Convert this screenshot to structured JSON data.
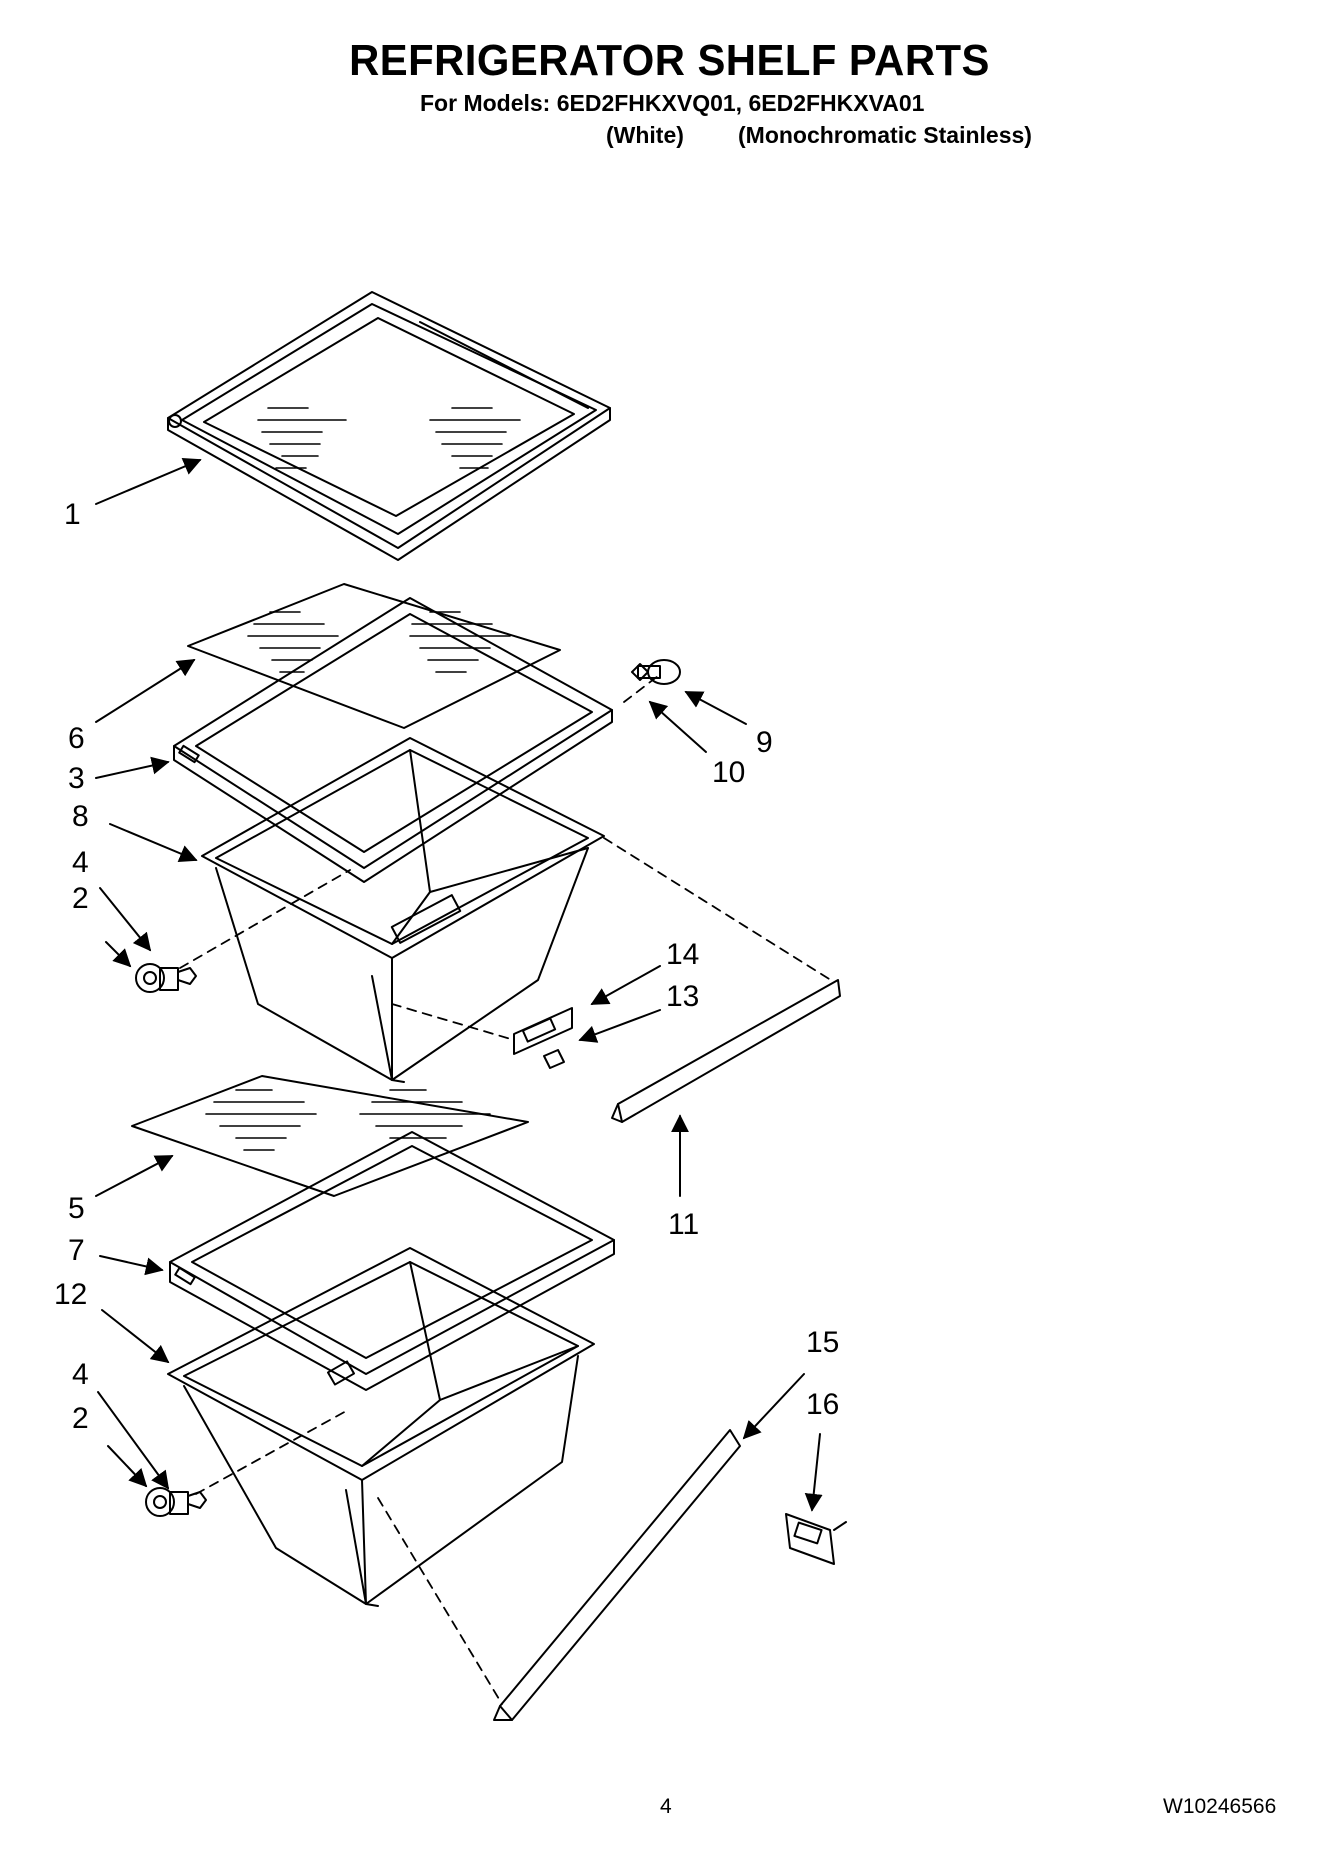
{
  "header": {
    "title": "REFRIGERATOR SHELF PARTS",
    "models_line": "For Models: 6ED2FHKXVQ01, 6ED2FHKXVA01",
    "variant_1": "(White)",
    "variant_2": "(Monochromatic Stainless)"
  },
  "callouts": [
    "1",
    "6",
    "3",
    "8",
    "4",
    "2",
    "9",
    "10",
    "14",
    "13",
    "11",
    "5",
    "7",
    "12",
    "4",
    "2",
    "15",
    "16"
  ],
  "footer": {
    "page_number": "4",
    "document_number": "W10246566"
  }
}
